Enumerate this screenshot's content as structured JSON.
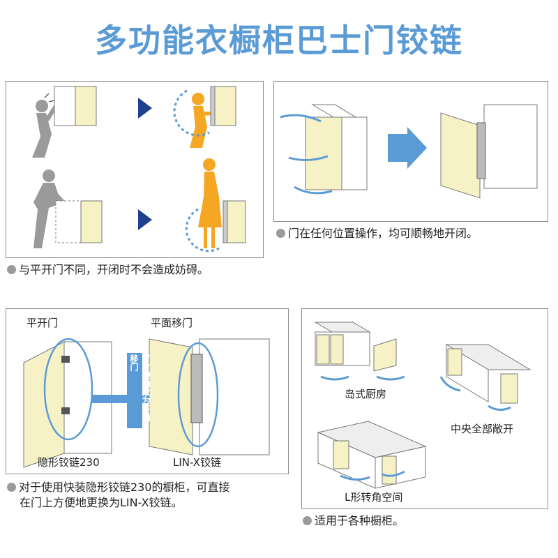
{
  "title": "多功能衣橱柜巴士门铰链",
  "panel1": {
    "caption": "与平开门不同，开闭时不会造成妨碍。"
  },
  "panel2": {
    "caption": "门在任何位置操作，均可顺畅地开闭。"
  },
  "panel3": {
    "label_left": "平开门",
    "label_right": "平面移门",
    "arrow_text": "可方便地改为平面移门",
    "hinge_left": "隐形铰链230",
    "hinge_right": "LIN-X铰链",
    "caption_line1": "对于使用快装隐形铰链230的橱柜，可直接",
    "caption_line2": "在门上方便地更换为LIN-X铰链。"
  },
  "panel4": {
    "label_island": "岛式厨房",
    "label_center": "中央全部敞开",
    "label_l": "L形转角空间",
    "caption": "适用于各种橱柜。"
  },
  "colors": {
    "title": "#5b9bd5",
    "door": "#f7f1c6",
    "accent_blue": "#5b9bd5",
    "dark_arrow": "#1f3f8f",
    "person_gray": "#9a9a9a",
    "person_orange": "#f5a623"
  }
}
